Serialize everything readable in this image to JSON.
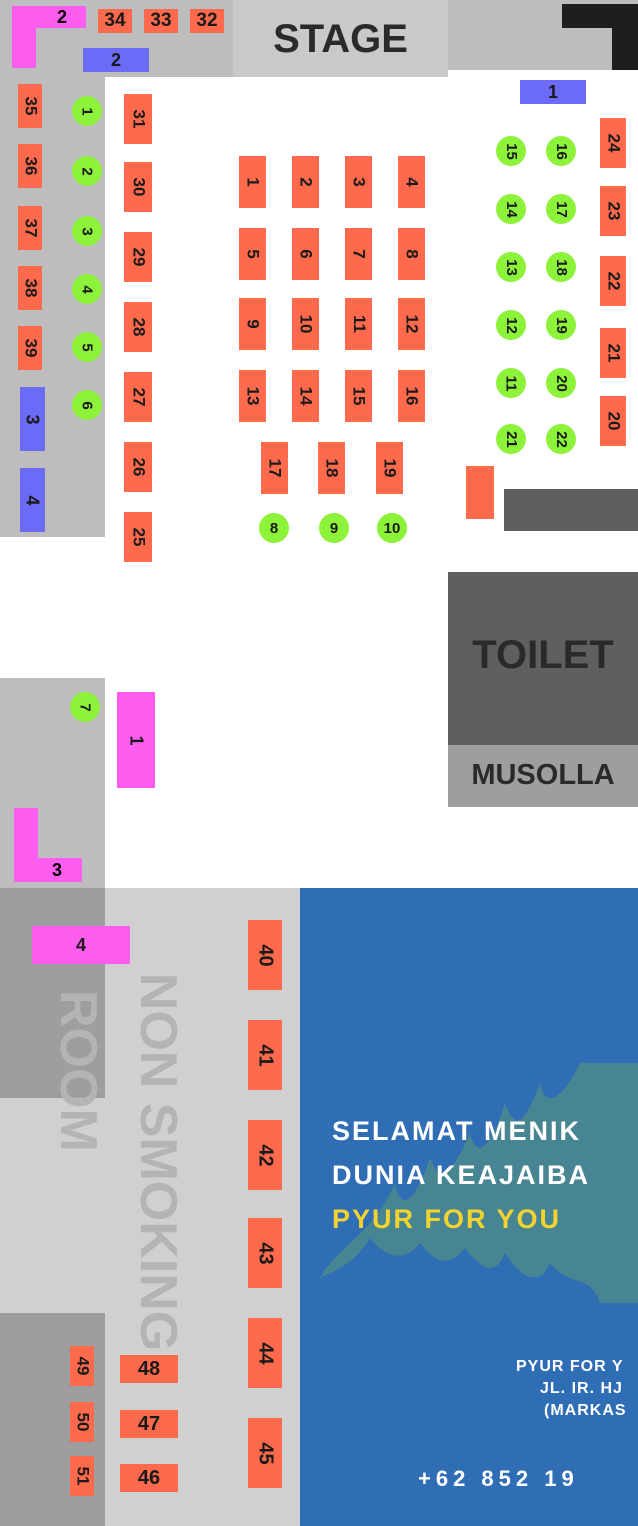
{
  "colors": {
    "table": "#ff6a4d",
    "round_seat": "#8df23a",
    "sofa_blue": "#6b6bf7",
    "sofa_pink": "#ff5cf0",
    "promo_background": "#2f6db5",
    "promo_highlight": "#f2d330"
  },
  "areas": {
    "stage": "STAGE",
    "toilet": "TOILET",
    "musolla": "MUSOLLA",
    "non_smoking": "NON SMOKING",
    "room": "ROOM"
  },
  "tables": {
    "t1": "1",
    "t2": "2",
    "t3": "3",
    "t4": "4",
    "t5": "5",
    "t6": "6",
    "t7": "7",
    "t8": "8",
    "t9": "9",
    "t10": "10",
    "t11": "11",
    "t12": "12",
    "t13": "13",
    "t14": "14",
    "t15": "15",
    "t16": "16",
    "t17": "17",
    "t18": "18",
    "t19": "19",
    "t20": "20",
    "t21": "21",
    "t22": "22",
    "t23": "23",
    "t24": "24",
    "t25": "25",
    "t26": "26",
    "t27": "27",
    "t28": "28",
    "t29": "29",
    "t30": "30",
    "t31": "31",
    "t32": "32",
    "t33": "33",
    "t34": "34",
    "t35": "35",
    "t36": "36",
    "t37": "37",
    "t38": "38",
    "t39": "39",
    "t40": "40",
    "t41": "41",
    "t42": "42",
    "t43": "43",
    "t44": "44",
    "t45": "45",
    "t46": "46",
    "t47": "47",
    "t48": "48",
    "t49": "49",
    "t50": "50",
    "t51": "51"
  },
  "round_seats": {
    "r1": "1",
    "r2": "2",
    "r3": "3",
    "r4": "4",
    "r5": "5",
    "r6": "6",
    "r7": "7",
    "r8": "8",
    "r9": "9",
    "r10": "10",
    "r11": "11",
    "r12": "12",
    "r13": "13",
    "r14": "14",
    "r15": "15",
    "r16": "16",
    "r17": "17",
    "r18": "18",
    "r19": "19",
    "r20": "20",
    "r21": "21",
    "r22": "22"
  },
  "blue_sofas": {
    "b1": "1",
    "b2": "2",
    "b3": "3",
    "b4": "4"
  },
  "pink_sofas": {
    "p1": "1",
    "p2": "2",
    "p3": "3",
    "p4": "4"
  },
  "promo": {
    "line1": "SELAMAT MENIK",
    "line2": "DUNIA KEAJAIBA",
    "line3": "PYUR FOR YOU",
    "address1": "PYUR FOR Y",
    "address2": "JL. IR. HJ",
    "address3": "(MARKAS",
    "phone": "+62 852 19"
  }
}
